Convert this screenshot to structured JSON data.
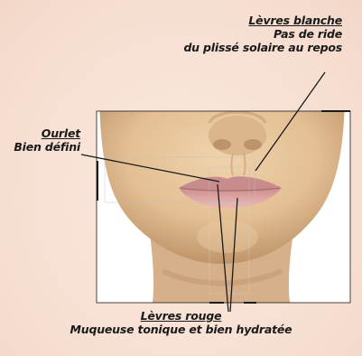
{
  "annotations": {
    "top": {
      "title": "Lèvres blanche",
      "lines": [
        "Pas de ride",
        "du plissé solaire au repos"
      ]
    },
    "left": {
      "title": "Ourlet",
      "lines": [
        "Bien défini"
      ]
    },
    "bottom": {
      "title": "Lèvres rouge",
      "lines": [
        "Muqueuse tonique et bien hydratée"
      ]
    }
  },
  "colors": {
    "background": "#f7e0d3",
    "skin": "#e6c49a",
    "skin_shadow": "#c79a6e",
    "lips": "#d9a0a0",
    "lines": "#1a1a1a"
  }
}
